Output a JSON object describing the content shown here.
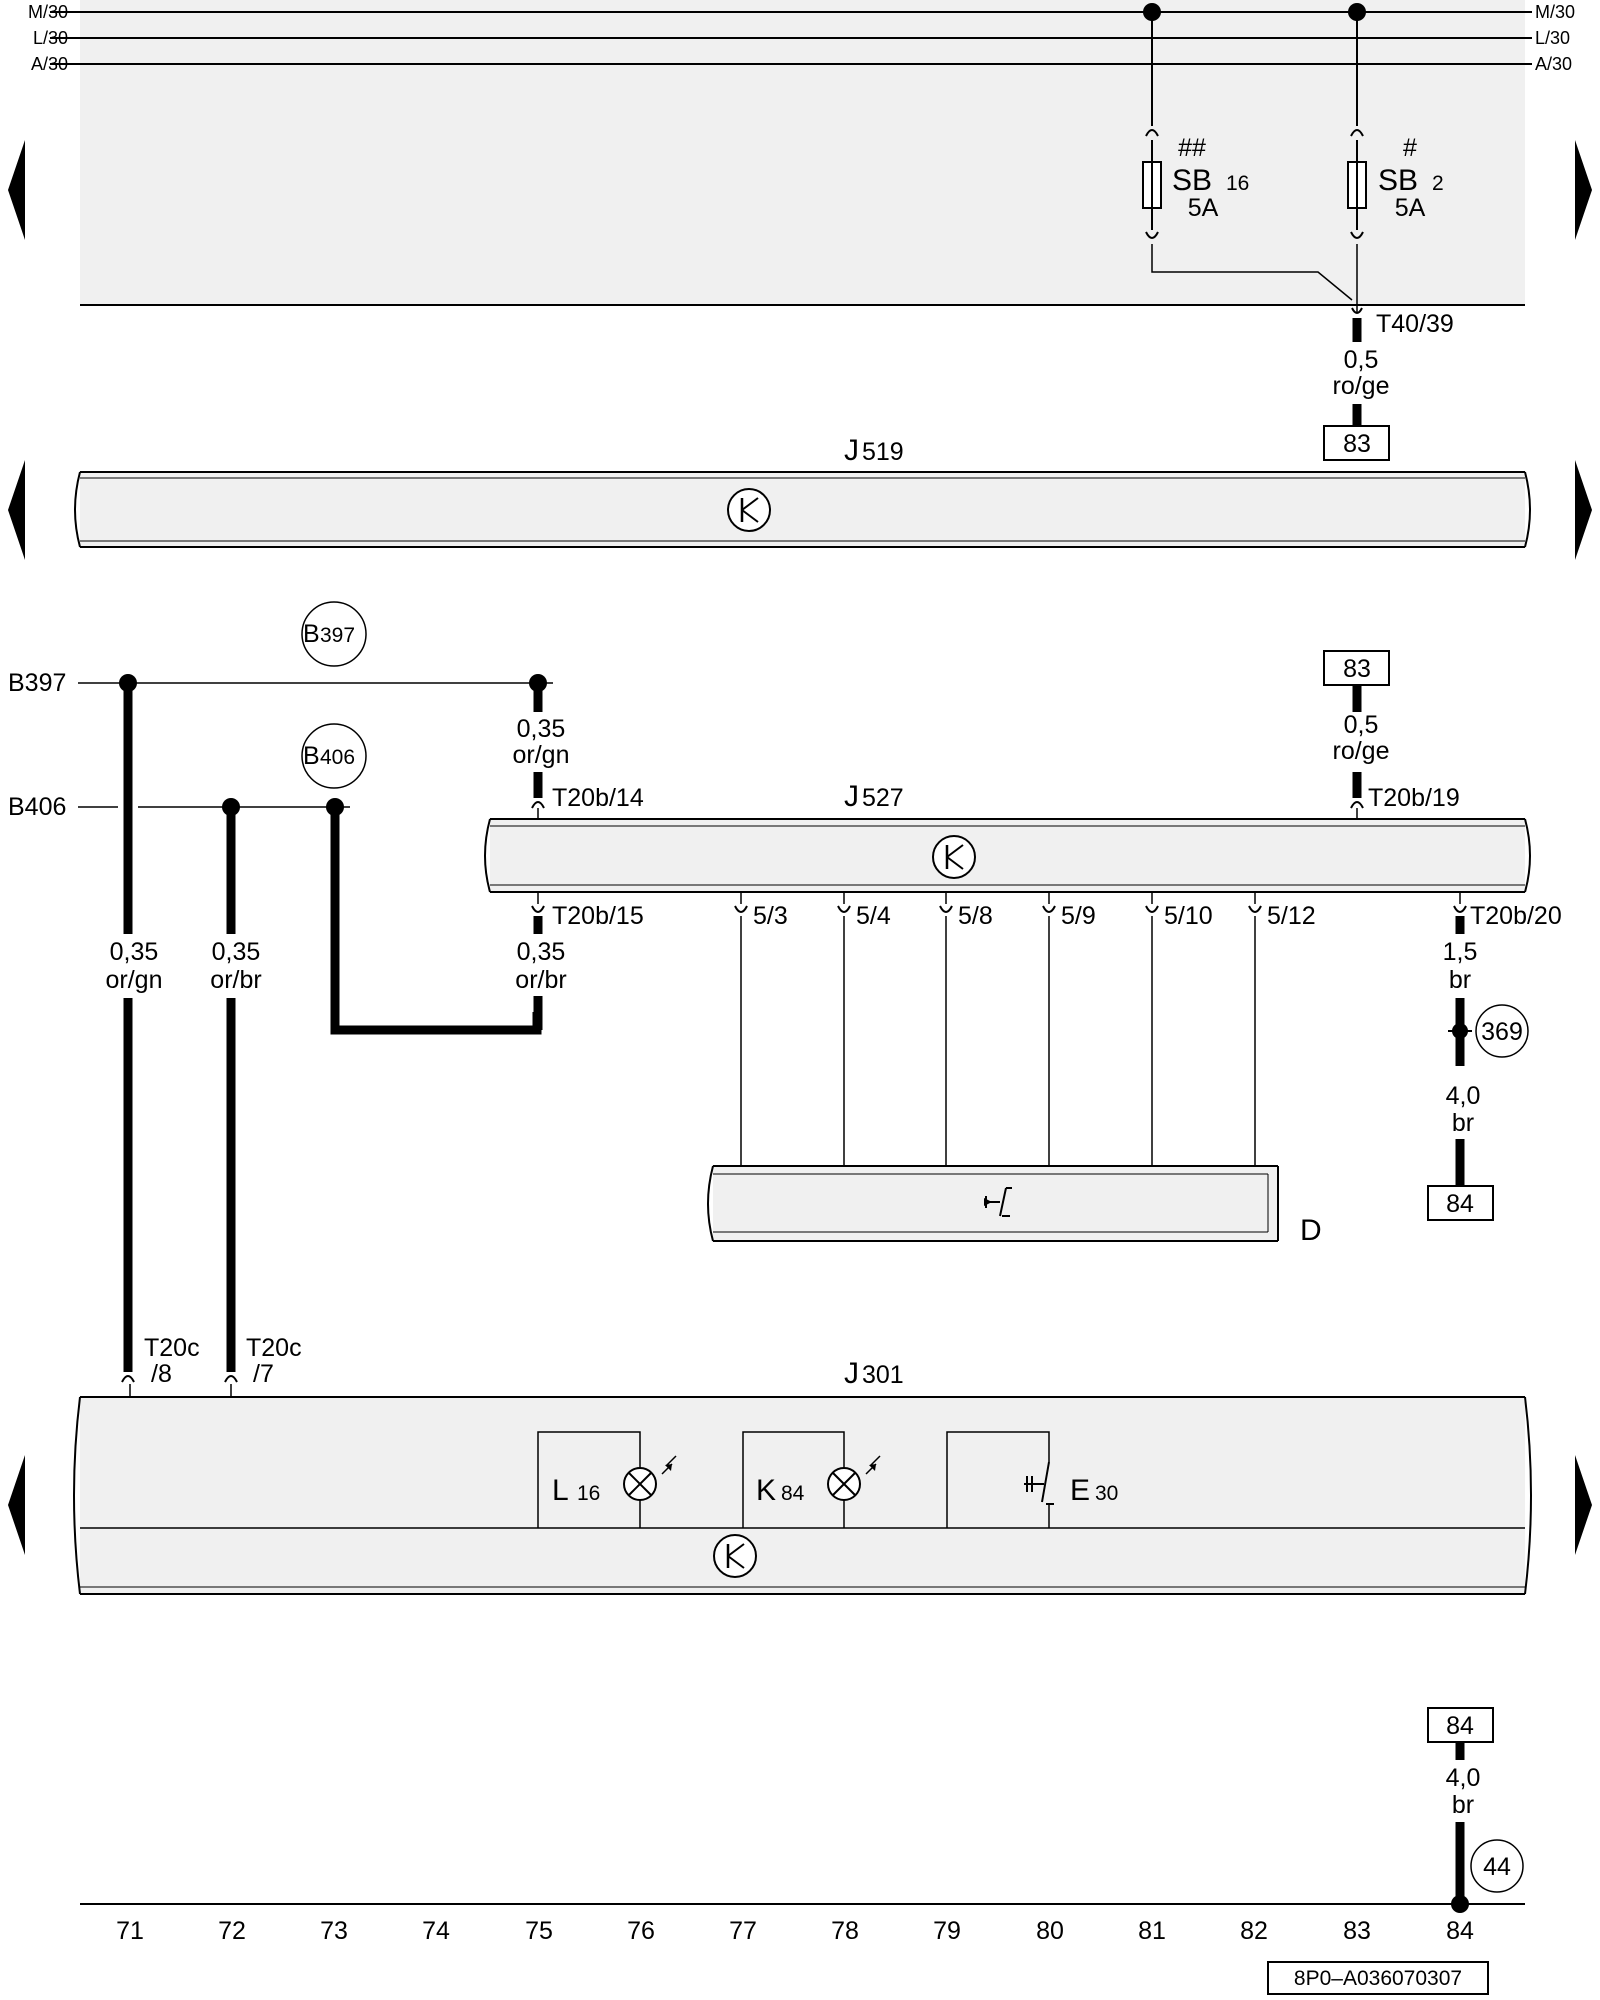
{
  "rails": {
    "left": [
      "M/30",
      "L/30",
      "A/30"
    ],
    "right": [
      "M/30",
      "L/30",
      "A/30"
    ]
  },
  "fuses": [
    {
      "mark": "##",
      "name": "SB",
      "num": "16",
      "rating": "5A"
    },
    {
      "mark": "#",
      "name": "SB",
      "num": "2",
      "rating": "5A"
    }
  ],
  "connectors": {
    "t40_39": "T40/39",
    "t20b_14": "T20b/14",
    "t20b_19": "T20b/19",
    "t20b_15": "T20b/15",
    "t20b_20": "T20b/20",
    "t20c_8_a": "T20c",
    "t20c_8_b": "/8",
    "t20c_7_a": "T20c",
    "t20c_7_b": "/7",
    "pins": [
      "5/3",
      "5/4",
      "5/8",
      "5/9",
      "5/10",
      "5/12"
    ]
  },
  "wires": {
    "w1_size": "0,5",
    "w1_color": "ro/ge",
    "w2_size": "0,5",
    "w2_color": "ro/ge",
    "w3_size": "0,35",
    "w3_color": "or/gn",
    "w4_size": "0,35",
    "w4_color": "or/br",
    "w5_size": "0,35",
    "w5_color": "or/gn",
    "w6_size": "0,35",
    "w6_color": "or/br",
    "w7_size": "1,5",
    "w7_color": "br",
    "w8_size": "4,0",
    "w8_color": "br",
    "w9_size": "4,0",
    "w9_color": "br"
  },
  "refs": {
    "r83a": "83",
    "r83b": "83",
    "r84a": "84",
    "r84b": "84"
  },
  "grounds": {
    "g369": "369",
    "g44": "44"
  },
  "components": {
    "j519": {
      "letter": "J",
      "num": "519"
    },
    "j527": {
      "letter": "J",
      "num": "527"
    },
    "j301": {
      "letter": "J",
      "num": "301"
    },
    "d": "D",
    "l16": {
      "letter": "L",
      "num": "16"
    },
    "k84": {
      "letter": "K",
      "num": "84"
    },
    "e30": {
      "letter": "E",
      "num": "30"
    }
  },
  "buses": {
    "b397": {
      "label": "B397",
      "circle_letter": "B",
      "circle_num": "397"
    },
    "b406": {
      "label": "B406",
      "circle_letter": "B",
      "circle_num": "406"
    }
  },
  "columns": [
    "71",
    "72",
    "73",
    "74",
    "75",
    "76",
    "77",
    "78",
    "79",
    "80",
    "81",
    "82",
    "83",
    "84"
  ],
  "doc_code": "8P0–A036070307"
}
